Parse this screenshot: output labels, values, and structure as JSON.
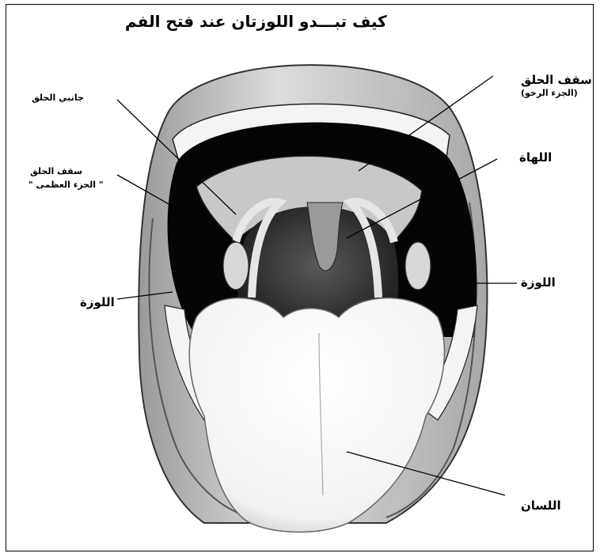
{
  "title": "كيف تبـــدو اللوزتان عند فتح الفم",
  "labels": {
    "soft_palate": "سقف الحلق",
    "soft_palate_sub": "(الجزء الرخو)",
    "throat_sides": "جانبي الحلق",
    "uvula": "اللهاة",
    "hard_palate": "سقف الحلق",
    "hard_palate_sub": "\" الجزء العظمى \"",
    "tonsil_left": "اللوزة",
    "tonsil_right": "اللوزة",
    "tongue": "اللسان"
  }
}
